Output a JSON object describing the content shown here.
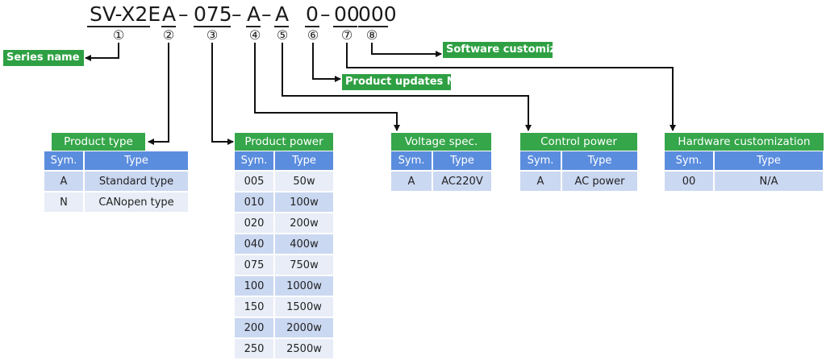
{
  "model": {
    "series": "SV-X2E",
    "seg2": "A",
    "dash1": "–",
    "seg3": "075",
    "dash2": "–",
    "seg4": "A",
    "dash3": "–",
    "seg5": "A",
    "seg6": "0",
    "dash4": "–",
    "seg7": "00",
    "seg8": "000"
  },
  "circled_numbers": [
    "①",
    "②",
    "③",
    "④",
    "⑤",
    "⑥",
    "⑦",
    "⑧"
  ],
  "labels": {
    "series_name": "Series name",
    "software_customization": "Software customizati",
    "product_updates": "Product updates No"
  },
  "tables": {
    "product_type": {
      "title": "Product type",
      "headers": [
        "Sym.",
        "Type"
      ],
      "rows": [
        [
          "A",
          "Standard type"
        ],
        [
          "N",
          "CANopen type"
        ]
      ]
    },
    "product_power": {
      "title": "Product power",
      "headers": [
        "Sym.",
        "Type"
      ],
      "rows": [
        [
          "005",
          "50w"
        ],
        [
          "010",
          "100w"
        ],
        [
          "020",
          "200w"
        ],
        [
          "040",
          "400w"
        ],
        [
          "075",
          "750w"
        ],
        [
          "100",
          "1000w"
        ],
        [
          "150",
          "1500w"
        ],
        [
          "200",
          "2000w"
        ],
        [
          "250",
          "2500w"
        ]
      ]
    },
    "voltage_spec": {
      "title": "Voltage spec.",
      "headers": [
        "Sym.",
        "Type"
      ],
      "rows": [
        [
          "A",
          "AC220V"
        ]
      ]
    },
    "control_power": {
      "title": "Control power",
      "headers": [
        "Sym.",
        "Type"
      ],
      "rows": [
        [
          "A",
          "AC power"
        ]
      ]
    },
    "hardware_customization": {
      "title": "Hardware customization",
      "headers": [
        "Sym.",
        "Type"
      ],
      "rows": [
        [
          "00",
          "N/A"
        ]
      ]
    }
  }
}
